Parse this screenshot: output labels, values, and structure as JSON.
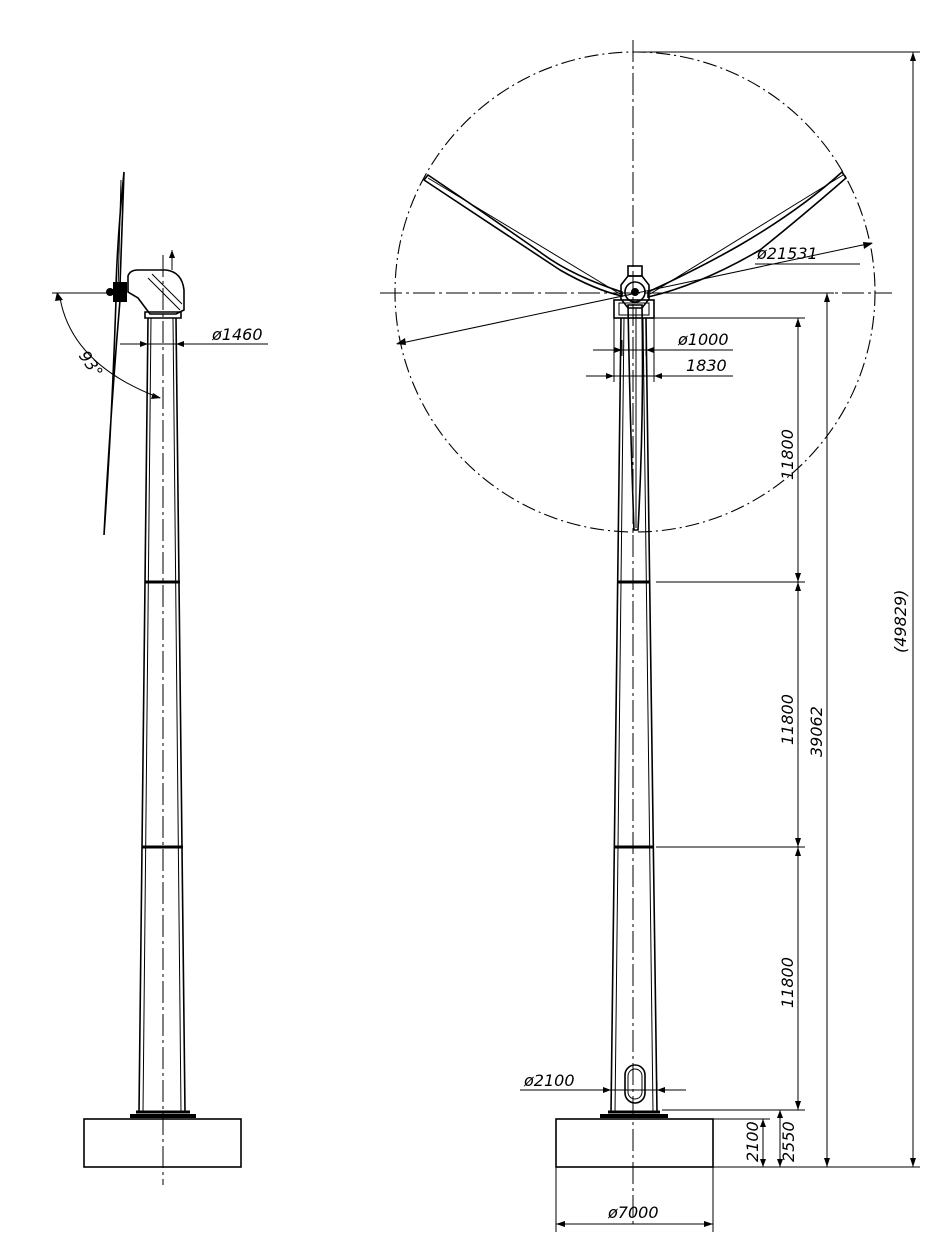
{
  "dimensions": {
    "nacelle_side_dia": "ø1460",
    "tilt_angle": "93°",
    "rotor_dia": "ø21531",
    "hub_dia": "ø1000",
    "tower_top_width": "1830",
    "section_top": "11800",
    "section_mid": "11800",
    "section_bottom": "11800",
    "hub_height": "39062",
    "total_height": "(49829)",
    "base_dia": "ø2100",
    "foundation_dia": "ø7000",
    "foundation_height": "2100",
    "base_height": "2550"
  }
}
